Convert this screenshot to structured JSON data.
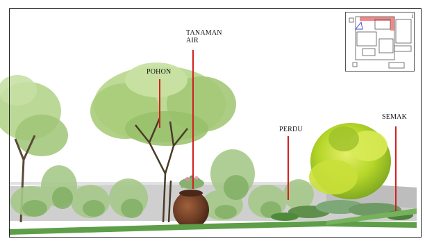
{
  "labels": {
    "tanaman_air": "TANAMAN\nAIR",
    "pohon": "POHON",
    "perdu": "PERDU",
    "semak": "SEMAK"
  },
  "key_plan": {
    "marker_text": "i"
  },
  "colors": {
    "marker_red": "#d32020",
    "wall_grey": "#c9c9c9",
    "ground_green": "#5e9e48",
    "foliage_light": "#a9cf7e",
    "foliage_bright": "#b6d629",
    "pot_brown": "#6b3b24"
  }
}
